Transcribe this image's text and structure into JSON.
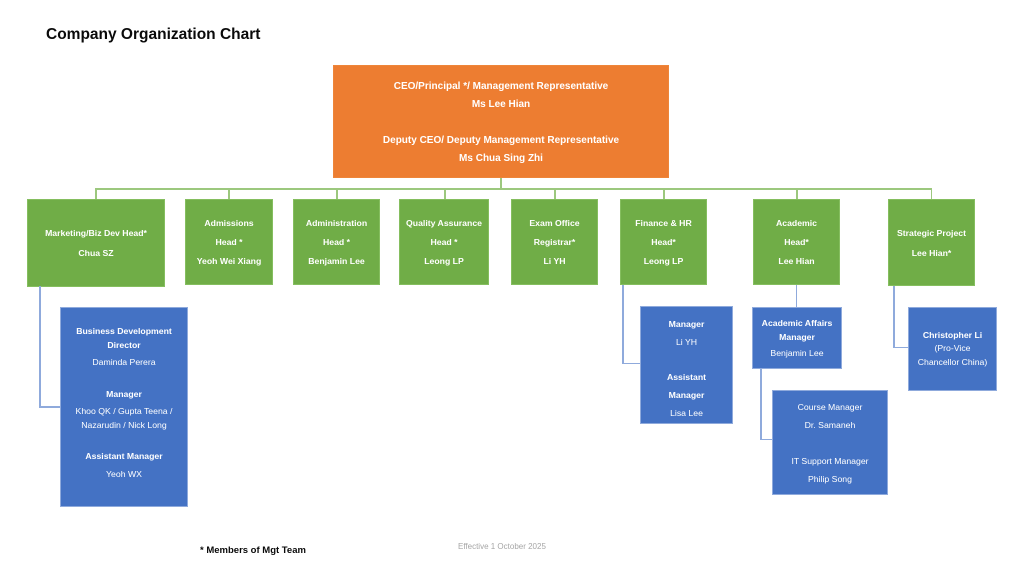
{
  "title": "Company Organization Chart",
  "colors": {
    "orange_fill": "#ED7D31",
    "green_fill": "#70AD47",
    "blue_fill": "#4472C4",
    "green_connector": "#9CC87E",
    "blue_connector": "#8FAADC"
  },
  "chart": {
    "ceo": {
      "lines": [
        "CEO/Principal */ Management Representative",
        "Ms Lee Hian",
        "",
        "Deputy CEO/ Deputy Management Representative",
        "Ms Chua Sing Zhi"
      ]
    },
    "green": [
      {
        "lines": [
          "Marketing/Biz Dev Head*",
          "Chua SZ"
        ]
      },
      {
        "lines": [
          "Admissions",
          "Head *",
          "Yeoh Wei Xiang"
        ]
      },
      {
        "lines": [
          "Administration",
          "Head *",
          "Benjamin Lee"
        ]
      },
      {
        "lines": [
          "Quality Assurance",
          "Head *",
          "Leong LP"
        ]
      },
      {
        "lines": [
          "Exam Office",
          "Registrar*",
          "Li YH"
        ]
      },
      {
        "lines": [
          "Finance & HR",
          "Head*",
          "Leong LP"
        ]
      },
      {
        "lines": [
          "Academic",
          "Head*",
          "Lee Hian"
        ]
      },
      {
        "lines": [
          "Strategic Project",
          "Lee Hian*"
        ]
      }
    ],
    "blue": {
      "business_development": {
        "role1": "Business Development Director",
        "name1": "Daminda Perera",
        "role2": "Manager",
        "name2": "Khoo QK / Gupta Teena / Nazarudin / Nick Long",
        "role3": "Assistant Manager",
        "name3": "Yeoh WX"
      },
      "finance_team": {
        "role1": "Manager",
        "name1": "Li YH",
        "role2": "Assistant Manager",
        "name2": "Lisa Lee"
      },
      "academic_affairs": {
        "role": "Academic Affairs Manager",
        "name": "Benjamin Lee"
      },
      "course_it": {
        "role1": "Course Manager",
        "name1": "Dr. Samaneh",
        "role2": "IT Support Manager",
        "name2": "Philip Song"
      },
      "pro_vice": {
        "name": "Christopher Li",
        "role": "(Pro-Vice Chancellor China)"
      }
    }
  },
  "footer": {
    "note": "* Members of Mgt Team",
    "effective": "Effective 1 October 2025"
  }
}
